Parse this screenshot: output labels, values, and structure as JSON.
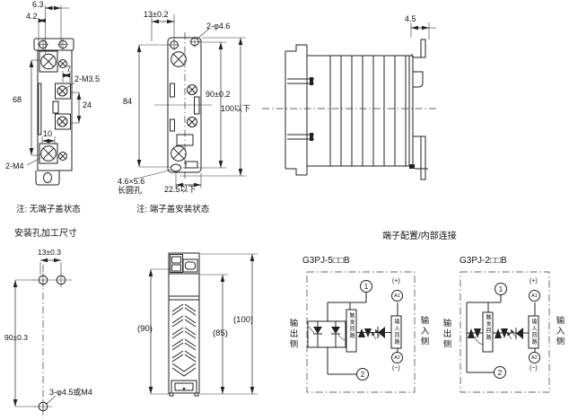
{
  "front_view": {
    "note": "注: 无端子盖状态",
    "dim_width_a": "6.3",
    "dim_width_b": "4.2",
    "dim_7": "7",
    "screws_top": "2-M3.5",
    "dim_height": "68",
    "dim_24": "24",
    "dim_10": "10",
    "screws_bottom": "2-M4"
  },
  "cover_view": {
    "note": "注: 端子盖安装状态",
    "dim_13": "13±0.2",
    "holes": "2-φ4.6",
    "dim_84": "84",
    "dim_90": "90±0.2",
    "dim_100": "100以下",
    "slot_size": "4.6×5.6",
    "slot_type": "长圆孔",
    "dim_22_5": "22.5以下"
  },
  "side_view": {
    "dim_4_5": "4.5"
  },
  "mounting_holes": {
    "title": "安装孔加工尺寸",
    "dim_13": "13±0.3",
    "dim_90": "90±0.3",
    "holes": "3-φ4.5或M4"
  },
  "rear_view": {
    "dim_90": "(90)",
    "dim_85": "(85)",
    "dim_100": "(100)"
  },
  "wiring": {
    "title": "端子配置/内部连接",
    "left_model": "G3PJ-5□□B",
    "right_model": "G3PJ-2□□B",
    "output_side": "输出侧",
    "input_side": "输入侧",
    "trigger_circuit": "触发回路",
    "input_circuit": "输入回路",
    "terminal_1": "1",
    "terminal_2": "2",
    "a1": "A1",
    "a2": "A2",
    "plus": "(+)",
    "minus": "(−)"
  }
}
